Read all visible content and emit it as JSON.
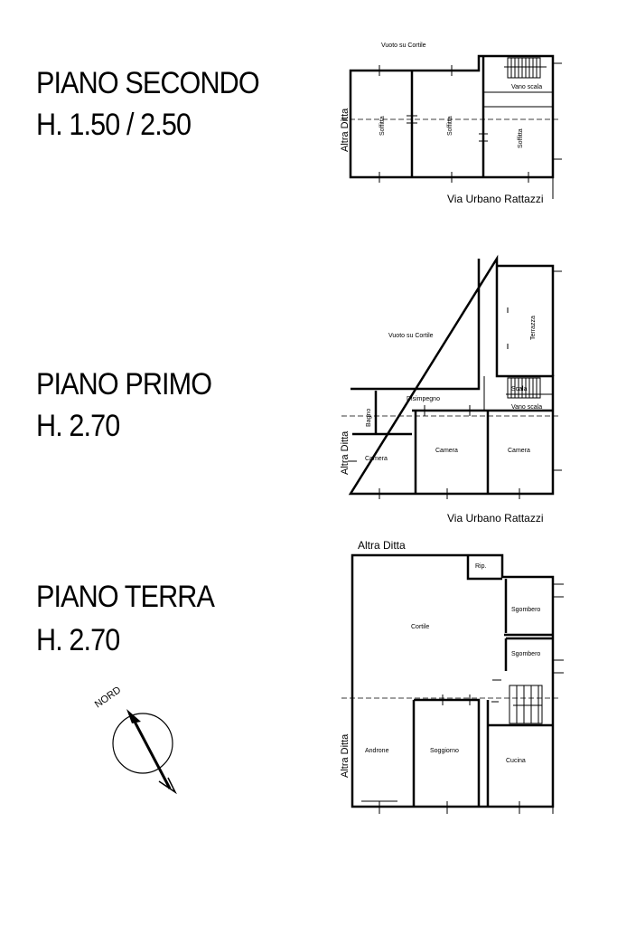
{
  "levels": {
    "secondo": {
      "name": "PIANO SECONDO",
      "height": "H. 1.50 / 2.50"
    },
    "primo": {
      "name": "PIANO PRIMO",
      "height": "H. 2.70"
    },
    "terra": {
      "name": "PIANO TERRA",
      "height": "H. 2.70"
    }
  },
  "plan_secondo": {
    "top_label": "Vuoto su Cortile",
    "side_label": "Altra Ditta",
    "street_label": "Via Urbano Rattazzi",
    "rooms": [
      "Soffitta",
      "Soffitta",
      "Soffitta",
      "Vano scala"
    ]
  },
  "plan_primo": {
    "top_label": "Vuoto su Cortile",
    "side_label": "Altra Ditta",
    "street_label": "Via Urbano Rattazzi",
    "rooms": [
      "Terrazza",
      "Disimpegno",
      "Bagno",
      "Camera",
      "Camera",
      "Camera",
      "Scala",
      "Vano scala"
    ]
  },
  "plan_terra": {
    "top_label": "Altra Ditta",
    "side_label": "Altra Ditta",
    "rooms": [
      "Rip.",
      "Cortile",
      "Sgombero",
      "Sgombero",
      "Androne",
      "Soggiorno",
      "Cucina"
    ]
  },
  "compass": {
    "label": "NORD"
  }
}
